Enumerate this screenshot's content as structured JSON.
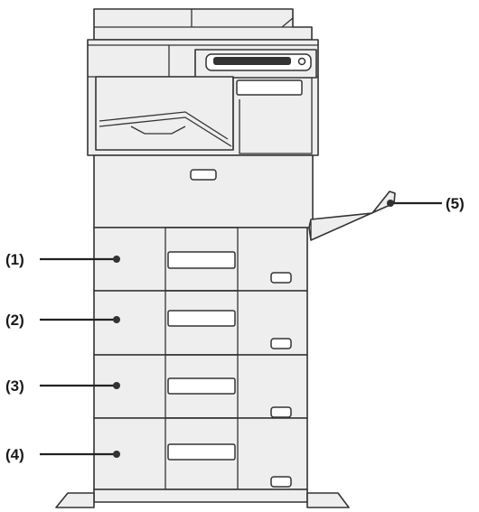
{
  "callouts": [
    {
      "id": "1",
      "label": "(1)"
    },
    {
      "id": "2",
      "label": "(2)"
    },
    {
      "id": "3",
      "label": "(3)"
    },
    {
      "id": "4",
      "label": "(4)"
    },
    {
      "id": "5",
      "label": "(5)"
    }
  ],
  "colors": {
    "body": "#eeeeee",
    "outline": "#333333",
    "background": "#ffffff"
  }
}
